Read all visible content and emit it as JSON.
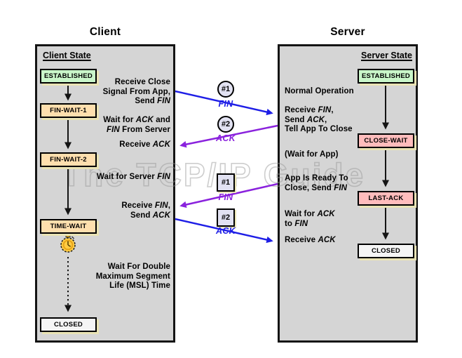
{
  "watermark": {
    "text": "The TCP/IP Guide"
  },
  "colors": {
    "accent_blue": "#1e1ee6",
    "accent_purple": "#8a22dd",
    "panel_bg": "#d5d5d5",
    "panel_border": "#141414",
    "state_established_bg": "#c9f6c9",
    "state_warm_bg": "#fedfae",
    "state_pink_bg": "#ffbcbc",
    "state_closed_bg": "#f5f5f5",
    "box_shadow_color": "#e9e3b5",
    "badge_bg": "#e2e2f2",
    "timer_face": "#ffcc44"
  },
  "client": {
    "title": "Client",
    "heading": "Client State",
    "states": [
      "ESTABLISHED",
      "FIN-WAIT-1",
      "FIN-WAIT-2",
      "TIME-WAIT",
      "CLOSED"
    ],
    "annotations": [
      "Receive Close\nSignal From App,\nSend *FIN*",
      "Wait for *ACK* and\n*FIN* From Server",
      "Receive *ACK*",
      "Wait for Server *FIN*",
      "Receive *FIN*,\nSend *ACK*",
      "Wait For Double\nMaximum Segment\nLife (MSL) Time"
    ]
  },
  "server": {
    "title": "Server",
    "heading": "Server State",
    "states": [
      "ESTABLISHED",
      "CLOSE-WAIT",
      "LAST-ACK",
      "CLOSED"
    ],
    "annotations": [
      "Normal Operation",
      "Receive *FIN*,\nSend *ACK*,\nTell App To Close",
      "(Wait for App)",
      "App Is Ready To\nClose, Send *FIN*",
      "Wait for *ACK*\nto *FIN*",
      "Receive *ACK*"
    ]
  },
  "messages": [
    {
      "badge": "#1",
      "shape": "circle",
      "label": "FIN",
      "color": "blue",
      "from": "client",
      "to": "server"
    },
    {
      "badge": "#2",
      "shape": "circle",
      "label": "ACK",
      "color": "purple",
      "from": "server",
      "to": "client"
    },
    {
      "badge": "#1",
      "shape": "square",
      "label": "FIN",
      "color": "purple",
      "from": "server",
      "to": "client"
    },
    {
      "badge": "#2",
      "shape": "square",
      "label": "ACK",
      "color": "blue",
      "from": "client",
      "to": "server"
    }
  ],
  "icons": {
    "timer": "stopwatch"
  }
}
